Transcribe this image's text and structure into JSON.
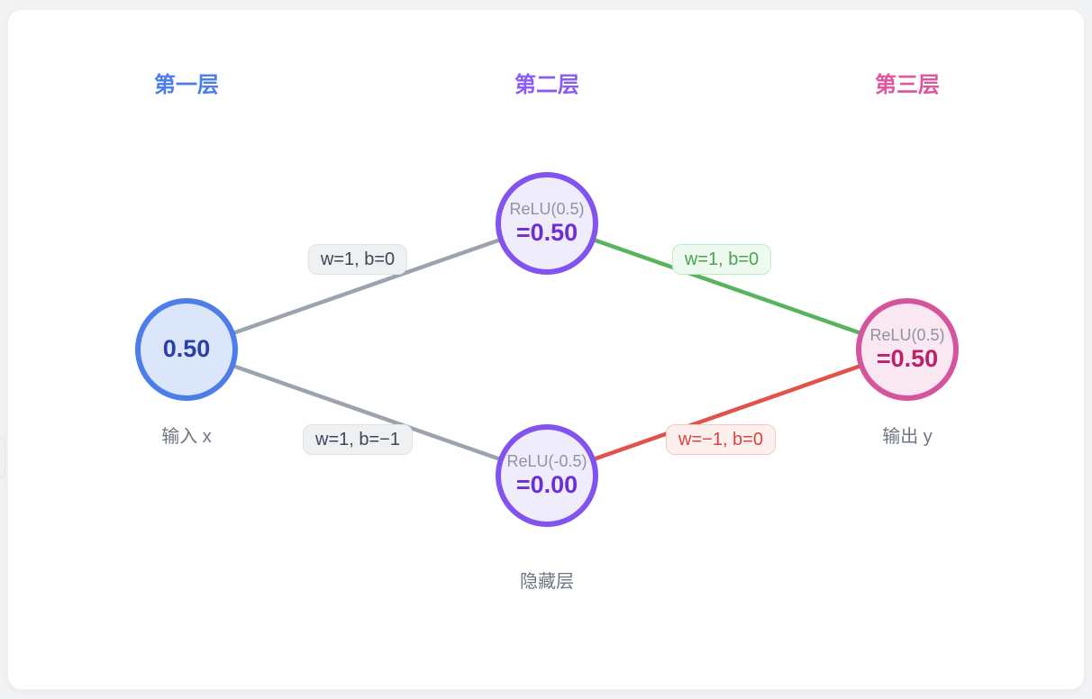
{
  "page": {
    "background_color": "#f2f3f5",
    "card_color": "#ffffff"
  },
  "layer_headers": [
    {
      "label": "第一层",
      "color": "#4c7de9"
    },
    {
      "label": "第二层",
      "color": "#8a5cf5"
    },
    {
      "label": "第三层",
      "color": "#df559e"
    }
  ],
  "nodes": {
    "input": {
      "value": "0.50",
      "caption": "输入 x",
      "border_color": "#4c7de8",
      "fill_color": "#dbe6fa",
      "value_color": "#2a3fa8"
    },
    "hidden_top": {
      "formula": "ReLU(0.5)",
      "value": "=0.50",
      "border_color": "#8253ef",
      "fill_color": "#efecfc",
      "value_color": "#6d2fd4"
    },
    "hidden_bottom": {
      "formula": "ReLU(-0.5)",
      "value": "=0.00",
      "border_color": "#8253ef",
      "fill_color": "#efecfc",
      "value_color": "#6d2fd4"
    },
    "hidden_caption": "隐藏层",
    "output": {
      "formula": "ReLU(0.5)",
      "value": "=0.50",
      "caption": "输出 y",
      "border_color": "#d4559d",
      "fill_color": "#f9e8f1",
      "value_color": "#bb2069"
    }
  },
  "edges": {
    "input_to_hidden_top": {
      "label": "w=1, b=0",
      "color": "#9ca3af"
    },
    "input_to_hidden_bottom": {
      "label": "w=1, b=−1",
      "color": "#9ca3af"
    },
    "hidden_top_to_output": {
      "label": "w=1, b=0",
      "color": "#57b35c"
    },
    "hidden_bottom_to_output": {
      "label": "w=−1, b=0",
      "color": "#e0524a"
    }
  }
}
